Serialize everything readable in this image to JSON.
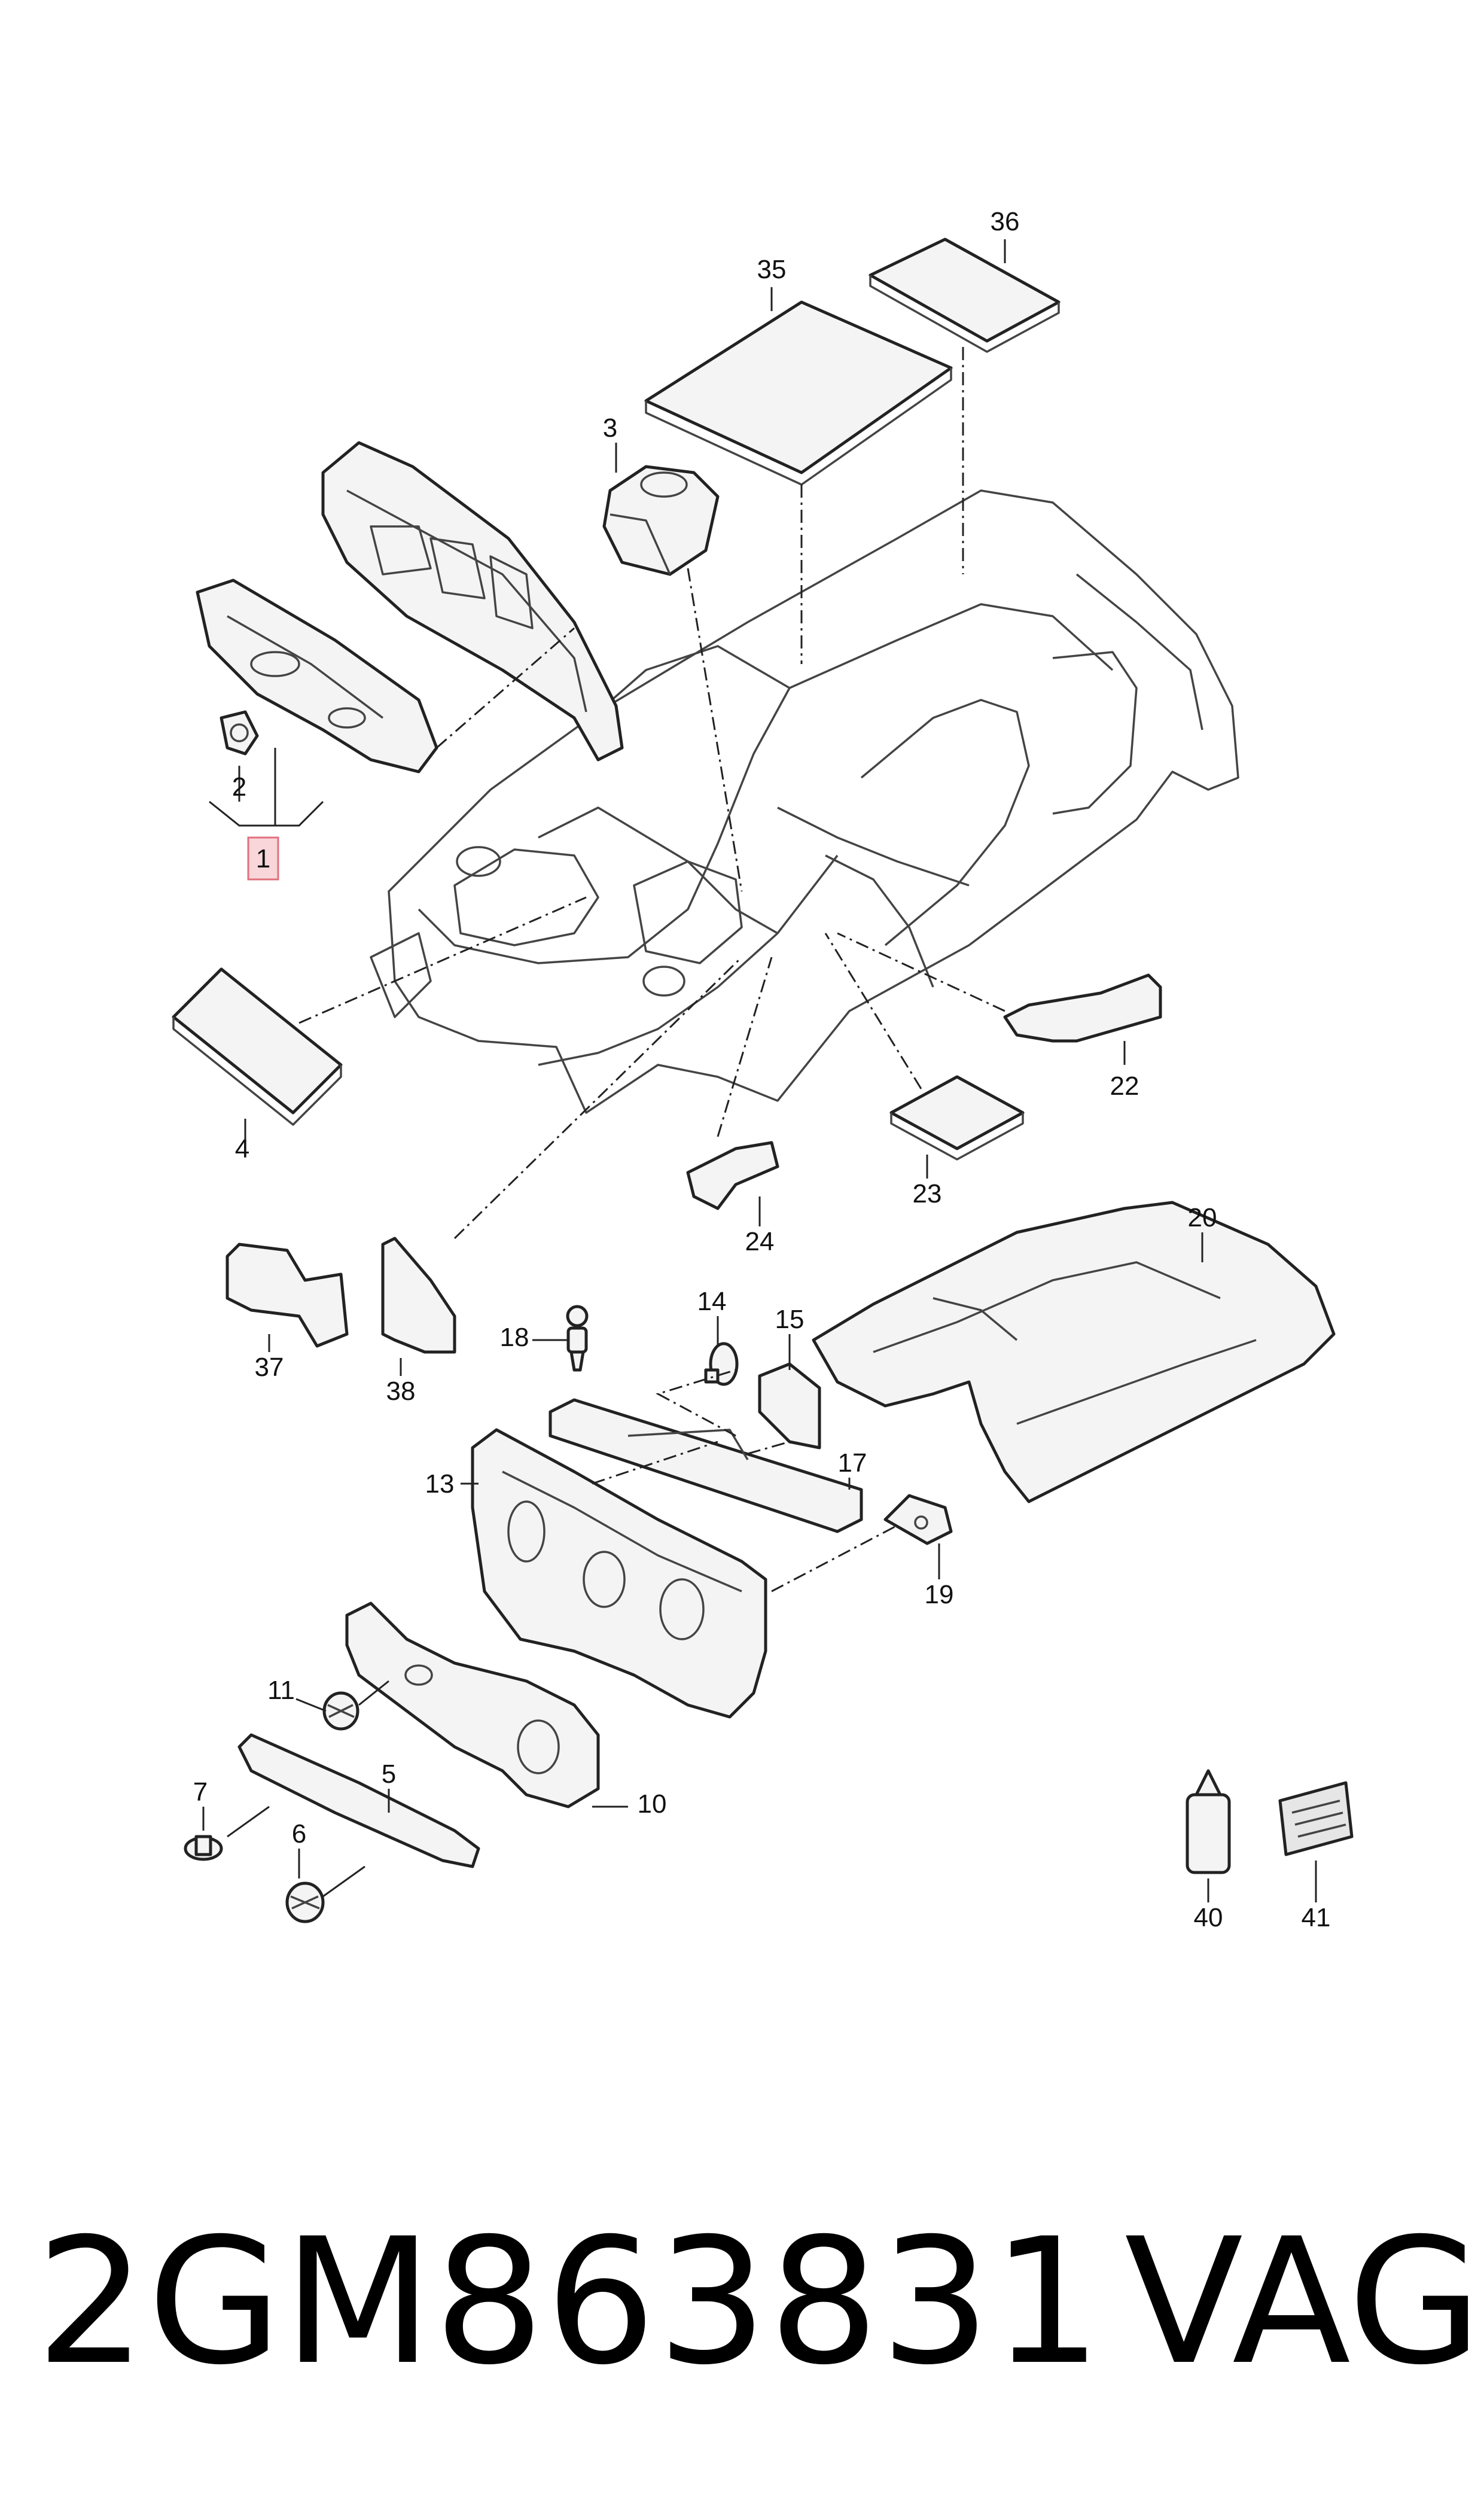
{
  "callouts": [
    "1",
    "2",
    "3",
    "4",
    "5",
    "6",
    "7",
    "10",
    "11",
    "13",
    "14",
    "15",
    "17",
    "18",
    "19",
    "20",
    "22",
    "23",
    "24",
    "35",
    "36",
    "37",
    "38",
    "40",
    "41"
  ],
  "footer": {
    "part_number": "2GM863831",
    "brand": "VAG"
  },
  "colors": {
    "highlight_fill": "#f8d6da",
    "highlight_stroke": "#e0707c",
    "line": "#222222"
  }
}
